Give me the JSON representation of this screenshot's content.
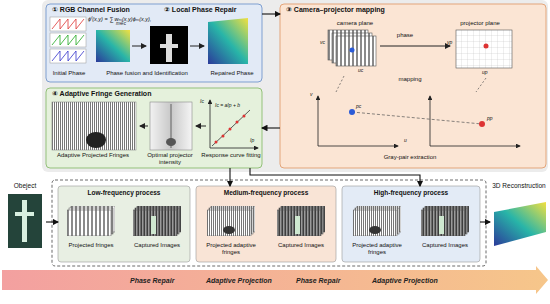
{
  "diagram": {
    "nodes": [
      {
        "text": [
          "① RGB Channel Fusion",
          "② Local Phase Repair",
          "Initial Phase",
          "Phase fusion and Identification",
          "Repaired Phase"
        ]
      },
      {
        "text": [
          "③ Camera–projector mapping",
          "camera plane",
          "projector plane",
          "phase",
          "mapping",
          "Gray-pair extraction"
        ]
      },
      {
        "text": [
          "④ Adaptive Fringe Generation",
          "Adaptive Projected Fringes",
          "Optimal projector intensity",
          "Response curve fitting"
        ]
      },
      {
        "text": [
          "Obeject"
        ]
      },
      {
        "text": [
          "Low-frequency process",
          "Projected fringes",
          "Captured Images"
        ]
      },
      {
        "text": [
          "Medium-frequency process",
          "Projected adaptive fringes",
          "Captured Images"
        ]
      },
      {
        "text": [
          "High-frequency process",
          "Projected adaptive fringes",
          "Captured Images"
        ]
      },
      {
        "text": [
          "3D Reconstruction"
        ]
      }
    ],
    "edges": [
      {
        "from": 0,
        "to": 1,
        "arrow": "to"
      },
      {
        "from": 1,
        "to": 2,
        "arrow": "to"
      },
      {
        "from": 2,
        "to": 5,
        "arrow": "to"
      },
      {
        "from": 2,
        "to": 6,
        "arrow": "to"
      },
      {
        "from": 3,
        "to": 4,
        "arrow": "to"
      },
      {
        "from": 6,
        "to": 7,
        "arrow": "to"
      }
    ],
    "labels": [
      "ϕᶠ(x,y) = ∑ wₘ(x,y)ϕₘ(x,y),",
      "m∈c",
      "vc",
      "uc",
      "vp",
      "up",
      "v",
      "u",
      "pc",
      "pp",
      "Ic",
      "Ip",
      "Ic = aIp + b",
      "Phase Repair",
      "Adaptive Projection",
      "Phase Repair",
      "Adaptive Projection"
    ]
  }
}
